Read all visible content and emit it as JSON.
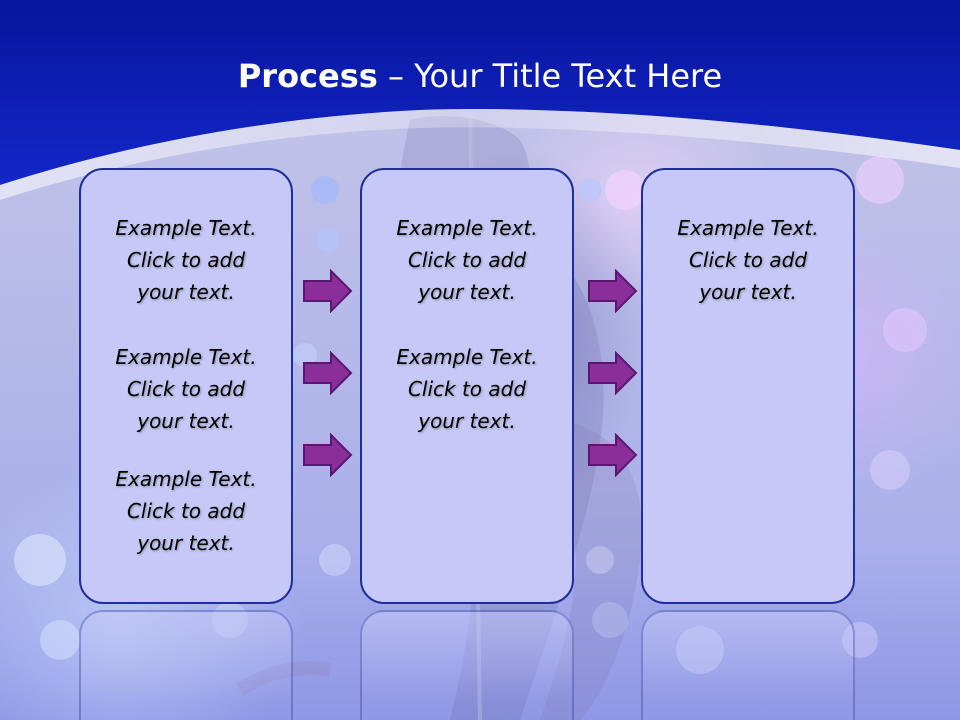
{
  "slide": {
    "title": {
      "bold": "Process",
      "rest": " – Your Title Text Here"
    },
    "columns": [
      {
        "groups": [
          {
            "line1": "Example Text.",
            "line2": "Click  to add",
            "line3": "your text."
          },
          {
            "line1": "Example Text.",
            "line2": "Click  to add",
            "line3": "your text."
          },
          {
            "line1": "Example Text.",
            "line2": "Click  to add",
            "line3": "your text."
          }
        ]
      },
      {
        "groups": [
          {
            "line1": "Example Text.",
            "line2": "Click  to add",
            "line3": "your text."
          },
          {
            "line1": "Example Text.",
            "line2": "Click  to add",
            "line3": "your text."
          }
        ]
      },
      {
        "groups": [
          {
            "line1": "Example Text.",
            "line2": "Click  to add",
            "line3": "your text."
          }
        ]
      }
    ],
    "arrow_icon": "right-arrow-icon",
    "colors": {
      "header_blue": "#0a1aa8",
      "box_fill": "#c6c9f7",
      "box_border": "#1f2e9c",
      "arrow_fill": "#8a2e9a",
      "arrow_stroke": "#5a1670"
    }
  }
}
